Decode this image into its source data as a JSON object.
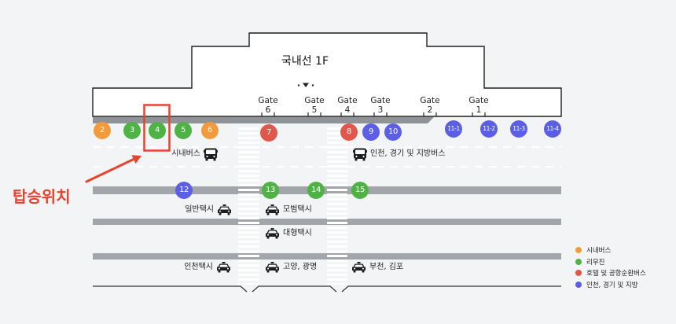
{
  "terminal": {
    "title": "국내선 1F",
    "marker_icon": "entrance-marker-icon"
  },
  "gates": [
    {
      "label": "Gate",
      "number": "6"
    },
    {
      "label": "Gate",
      "number": "5"
    },
    {
      "label": "Gate",
      "number": "4"
    },
    {
      "label": "Gate",
      "number": "3"
    },
    {
      "label": "Gate",
      "number": "2"
    },
    {
      "label": "Gate",
      "number": "1"
    }
  ],
  "curb_stops": [
    {
      "number": "2",
      "color": "#f29b3b"
    },
    {
      "number": "3",
      "color": "#4fb245"
    },
    {
      "number": "4",
      "color": "#4fb245"
    },
    {
      "number": "5",
      "color": "#4fb245"
    },
    {
      "number": "6",
      "color": "#f29b3b"
    },
    {
      "number": "7",
      "color": "#e2574c"
    },
    {
      "number": "8",
      "color": "#e2574c"
    },
    {
      "number": "9",
      "color": "#5b5fe6"
    },
    {
      "number": "10",
      "color": "#5b5fe6"
    },
    {
      "number": "11-1",
      "color": "#5b5fe6"
    },
    {
      "number": "11-2",
      "color": "#5b5fe6"
    },
    {
      "number": "11-3",
      "color": "#5b5fe6"
    },
    {
      "number": "11-4",
      "color": "#5b5fe6"
    }
  ],
  "island_stops": [
    {
      "number": "12",
      "color": "#5b5fe6"
    },
    {
      "number": "13",
      "color": "#4fb245"
    },
    {
      "number": "14",
      "color": "#4fb245"
    },
    {
      "number": "15",
      "color": "#4fb245"
    }
  ],
  "zones": {
    "city_bus": {
      "label": "시내버스",
      "icon": "bus-icon"
    },
    "regional_bus": {
      "label": "인천, 경기 및 지방버스",
      "icon": "bus-icon"
    },
    "regular_taxi": {
      "label": "일반택시",
      "icon": "taxi-icon"
    },
    "deluxe_taxi": {
      "label": "모범택시",
      "icon": "taxi-icon"
    },
    "large_taxi": {
      "label": "대형택시",
      "icon": "taxi-icon"
    },
    "incheon_taxi": {
      "label": "인천택시",
      "icon": "taxi-icon"
    },
    "goyang_gwangmyeong_taxi": {
      "label": "고양, 광명",
      "icon": "taxi-icon"
    },
    "bucheon_gimpo_taxi": {
      "label": "부천, 김포",
      "icon": "taxi-icon"
    }
  },
  "boarding": {
    "label": "탑승위치",
    "color": "#e8432e"
  },
  "legend": [
    {
      "label": "시내버스",
      "color": "#f29b3b"
    },
    {
      "label": "리무진",
      "color": "#4fb245"
    },
    {
      "label": "호텔 및 공항순환버스",
      "color": "#e2574c"
    },
    {
      "label": "인천, 경기 및 지방",
      "color": "#5b5fe6"
    }
  ]
}
